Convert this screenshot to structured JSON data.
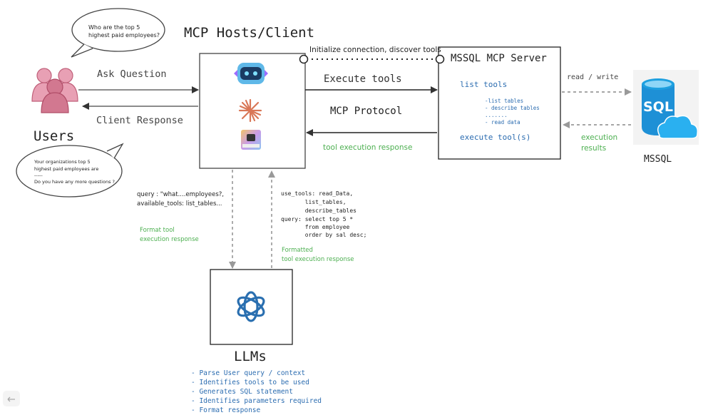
{
  "hosts_title": "MCP Hosts/Client",
  "server_title": "MSSQL MCP Server",
  "users_label": "Users",
  "llms_label": "LLMs",
  "mssql_label": "MSSQL",
  "sql_icon_text": "SQL",
  "bubble_question": [
    "Who are the top 5",
    "highest paid employees?"
  ],
  "bubble_answer": [
    "Your organizations top 5",
    "highest paid employees are",
    "-----",
    "Do you have any more questions ?"
  ],
  "arrows": {
    "ask_question": "Ask Question",
    "client_response": "Client Response",
    "initialize": "Initialize connection, discover tools",
    "execute_tools": "Execute tools",
    "mcp_protocol": "MCP Protocol",
    "tool_exec_response": "tool execution response",
    "read_write": "read / write",
    "execution_results": [
      "execution",
      "results"
    ]
  },
  "server_box": {
    "list_tools": "list tools",
    "tool_items": [
      "-list tables",
      "- describe tables",
      ".......",
      "- read data"
    ],
    "execute": "execute tool(s)"
  },
  "query_left": [
    "query : \"what....employees?,",
    "available_tools: list_tables..."
  ],
  "format_tool": [
    "Format tool",
    "execution response"
  ],
  "query_right": [
    "use_tools: read_Data,",
    "       list_tables,",
    "       describe_tables",
    "query: select top 5 *",
    "       from employee",
    "       order by sal desc;"
  ],
  "formatted": [
    "Formatted",
    "tool execution response"
  ],
  "llm_tasks": [
    "- Parse User query / context",
    "- Identifies tools to be used",
    "- Generates SQL statement",
    "- Identifies parameters required",
    "- Format response"
  ],
  "colors": {
    "green": "#4caf50",
    "blue": "#2b6cb0",
    "user_pink": "#e8a0b4",
    "user_dark": "#c0607a",
    "sql_blue": "#1ea0e0"
  },
  "icons": [
    "copilot-icon",
    "claude-icon",
    "cursor-icon",
    "openai-icon",
    "sql-database-icon",
    "users-icon",
    "return-icon"
  ]
}
